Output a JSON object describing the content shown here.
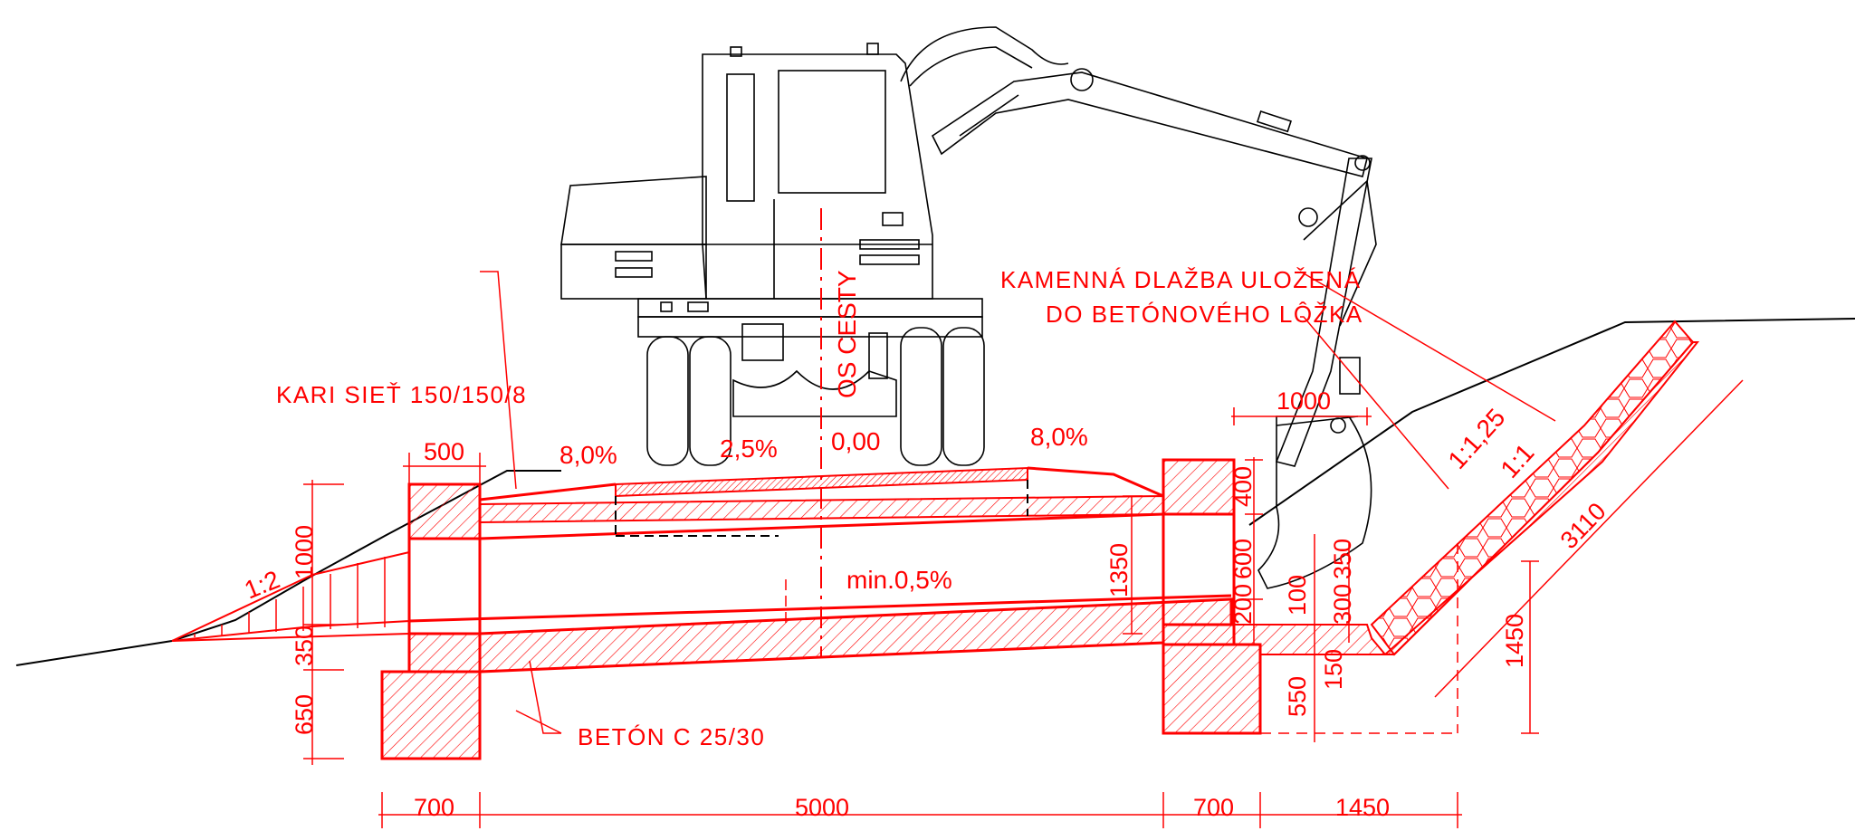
{
  "colors": {
    "structure": "#ff0000",
    "machine": "#000000",
    "background": "#ffffff"
  },
  "annotations": {
    "stone_paving_line1": "KAMENNÁ DLAŽBA ULOŽENÁ",
    "stone_paving_line2": "DO BETÓNOVÉHO LÔŽKA",
    "mesh": "KARI SIEŤ 150/150/8",
    "concrete": "BETÓN C 25/30",
    "road_axis": "OS CESTY"
  },
  "slopes": {
    "left_top": "8,0%",
    "crown_left": "2,5%",
    "crown": "0,00",
    "right_top": "8,0%",
    "bottom": "min.0,5%",
    "embankment_left": "1:2",
    "bank_1": "1:1,25",
    "bank_2": "1:1"
  },
  "dimensions": {
    "top_500": "500",
    "top_1000": "1000",
    "left_1000": "1000",
    "left_350": "350",
    "left_650": "650",
    "mid_1350": "1350",
    "right_400": "400",
    "right_600": "600",
    "right_350": "350",
    "right_300": "300",
    "right_200": "200",
    "right_100": "100",
    "right_550": "550",
    "right_150": "150",
    "right_1450_vertical": "1450",
    "diag_3110": "3110",
    "bottom_700_left": "700",
    "bottom_5000": "5000",
    "bottom_700_right": "700",
    "bottom_1450": "1450"
  }
}
